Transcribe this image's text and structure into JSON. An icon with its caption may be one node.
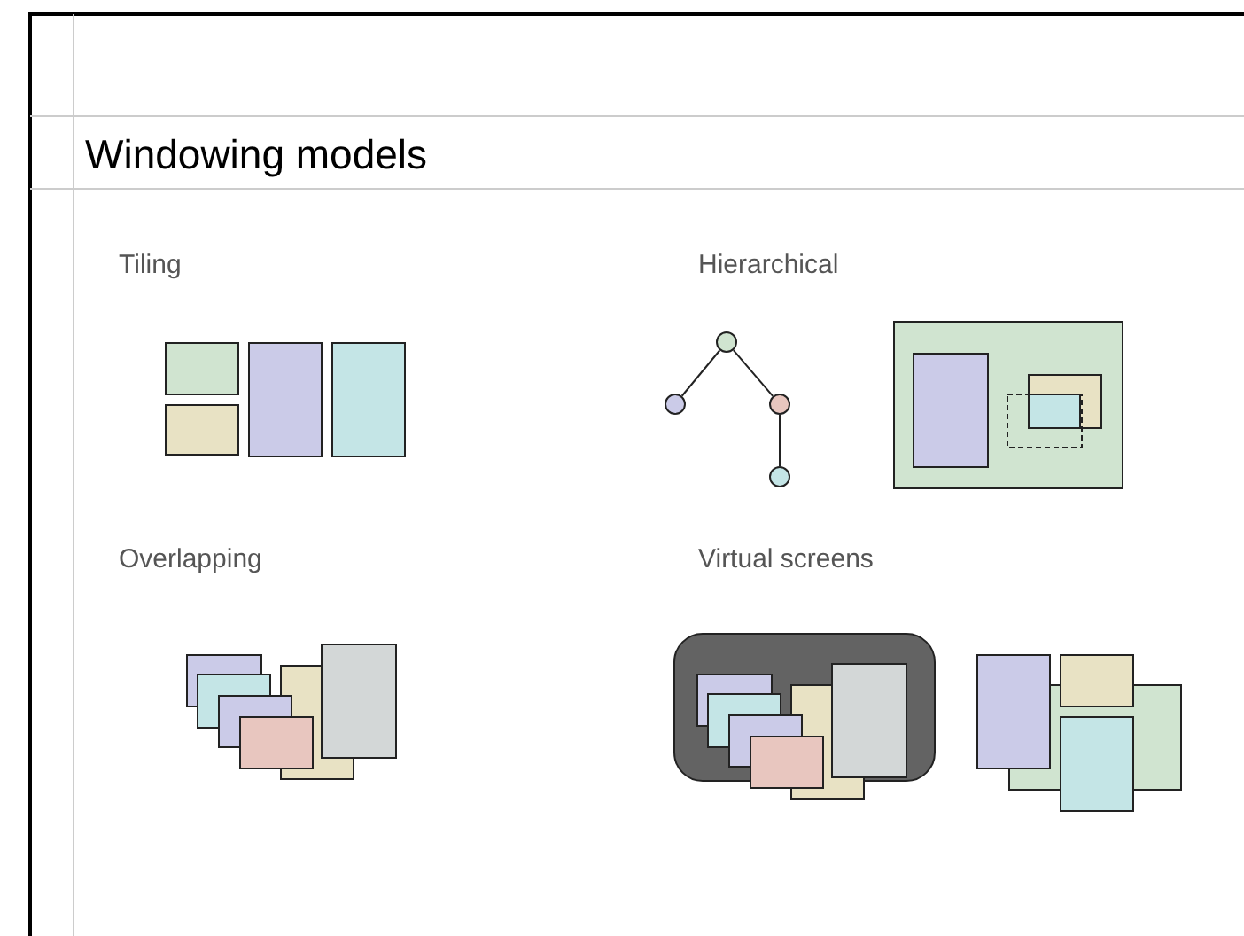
{
  "diagram": {
    "title": "Windowing models",
    "nodes": [
      {
        "text": [],
        "shape": "circle"
      },
      {
        "text": [],
        "shape": "circle"
      },
      {
        "text": [],
        "shape": "circle"
      },
      {
        "text": [],
        "shape": "circle"
      }
    ],
    "edges": [
      {
        "from": 0,
        "to": 1,
        "arrow": "none"
      },
      {
        "from": 0,
        "to": 2,
        "arrow": "none"
      },
      {
        "from": 2,
        "to": 3,
        "arrow": "none"
      }
    ],
    "labels": [
      "Tiling",
      "Hierarchical",
      "Overlapping",
      "Virtual screens"
    ]
  }
}
